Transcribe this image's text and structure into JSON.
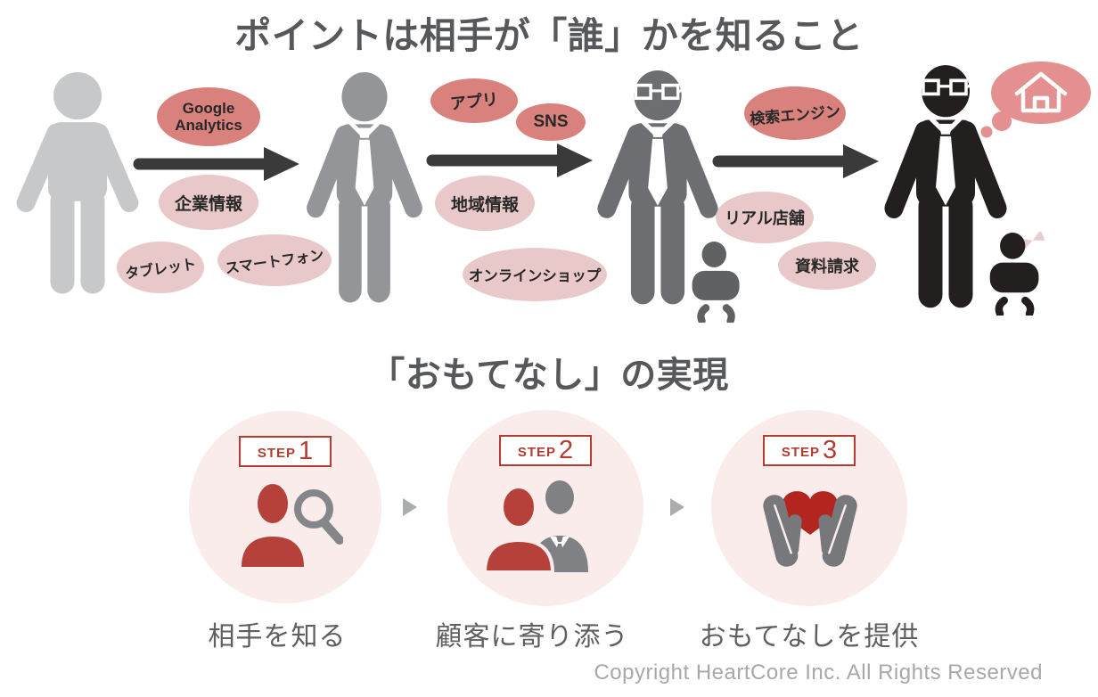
{
  "page": {
    "title": "ポイントは相手が「誰」かを知ること",
    "subtitle": "「おもてなし」の実現"
  },
  "colors": {
    "red_bubble": "#d8817d",
    "pink_bubble": "#e8c8c8",
    "step_red": "#b53c30",
    "bust_red": "#b5413a",
    "heart_red": "#b2261f",
    "person_gray_1": "#c6c8ca",
    "person_gray_2": "#939598",
    "person_gray_3": "#6d6e71",
    "person_black": "#241f1f",
    "arrow_dark": "#3a3a3a",
    "circle_pink": "#fbecec",
    "thought_bubble": "#e59090"
  },
  "flow": {
    "bubbles": [
      {
        "id": "google-analytics",
        "lines": [
          "Google",
          "Analytics"
        ],
        "tone": "red"
      },
      {
        "id": "corporate-info",
        "text": "企業情報",
        "tone": "pink"
      },
      {
        "id": "tablet",
        "text": "タブレット",
        "tone": "pink"
      },
      {
        "id": "smartphone",
        "text": "スマートフォン",
        "tone": "pink"
      },
      {
        "id": "app",
        "text": "アプリ",
        "tone": "red"
      },
      {
        "id": "sns",
        "text": "SNS",
        "tone": "red"
      },
      {
        "id": "regional-info",
        "text": "地域情報",
        "tone": "pink"
      },
      {
        "id": "online-shop",
        "text": "オンラインショップ",
        "tone": "pink"
      },
      {
        "id": "search-engine",
        "text": "検索エンジン",
        "tone": "red"
      },
      {
        "id": "real-store",
        "text": "リアル店舗",
        "tone": "pink"
      },
      {
        "id": "document-request",
        "text": "資料請求",
        "tone": "pink"
      }
    ]
  },
  "steps": {
    "items": [
      {
        "label": "STEP",
        "number": "1",
        "caption": "相手を知る"
      },
      {
        "label": "STEP",
        "number": "2",
        "caption": "顧客に寄り添う"
      },
      {
        "label": "STEP",
        "number": "3",
        "caption": "おもてなしを提供"
      }
    ]
  },
  "footer": {
    "copyright": "Copyright HeartCore Inc. All Rights Reserved"
  }
}
